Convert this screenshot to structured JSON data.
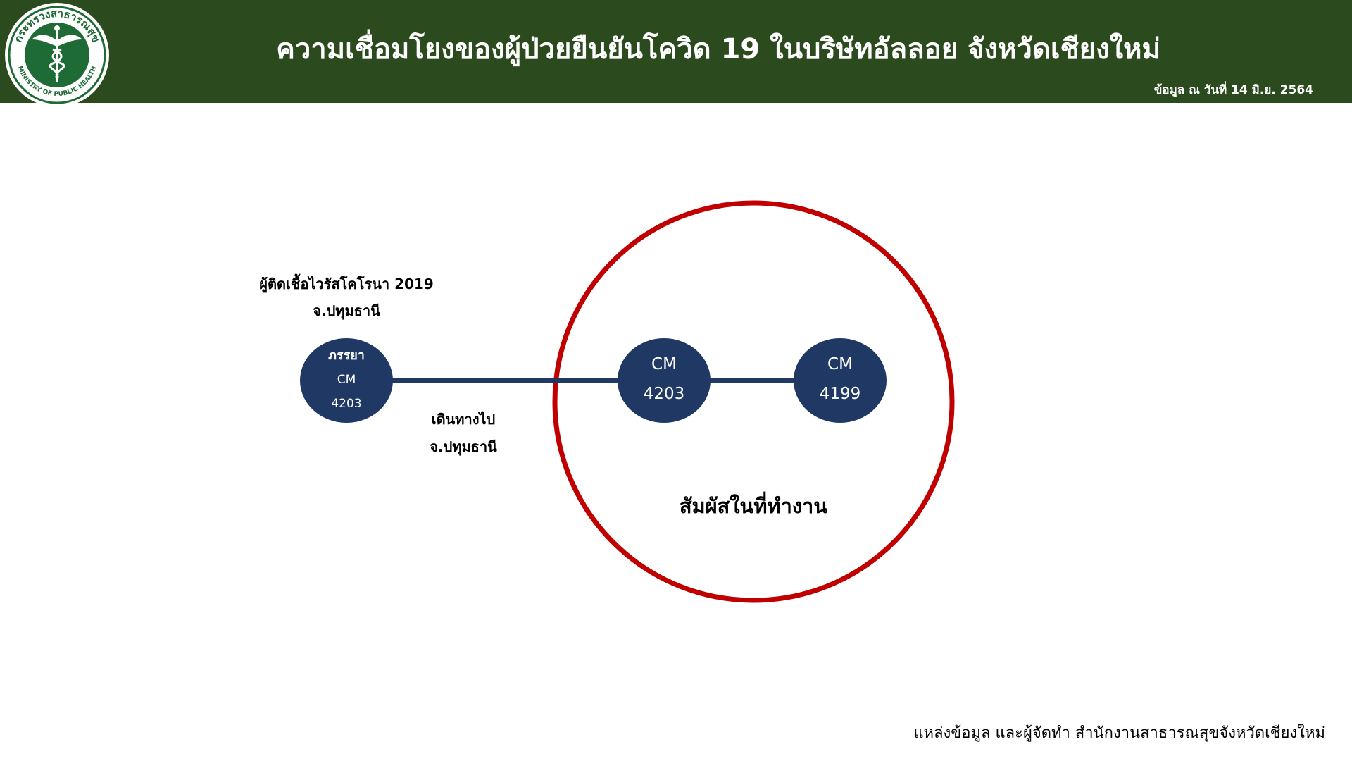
{
  "header": {
    "title": "ความเชื่อมโยงของผู้ป่วยยืนยันโควิด 19 ในบริษัทอัลลอย จังหวัดเชียงใหม่",
    "date": "ข้อมูล ณ วันที่ 14 มิ.ย. 2564",
    "logo": {
      "icon": "ministry-of-public-health-seal",
      "top_text": "กระทรวงสาธารณสุข",
      "bottom_text": "MINISTRY OF PUBLIC HEALTH"
    }
  },
  "diagram": {
    "source_label": {
      "line1": "ผู้ติดเชื้อไวรัสโคโรนา 2019",
      "line2": "จ.ปทุมธานี"
    },
    "nodes": [
      {
        "line1": "ภรรยา",
        "line2": "CM",
        "line3": "4203"
      },
      {
        "line1": "CM",
        "line2": "4203"
      },
      {
        "line1": "CM",
        "line2": "4199"
      }
    ],
    "edge_label": {
      "line1": "เดินทางไป",
      "line2": "จ.ปทุมธานี"
    },
    "cluster_label": "สัมผัสในที่ทำงาน"
  },
  "footer": {
    "source": "แหล่งข้อมูล และผู้จัดทำ สำนักงานสาธารณสุขจังหวัดเชียงใหม่"
  },
  "colors": {
    "header_bg": "#2b4a1e",
    "node_fill": "#1f3864",
    "edge": "#1f3864",
    "cluster_ring": "#c00000",
    "logo_green": "#1f6b35"
  }
}
